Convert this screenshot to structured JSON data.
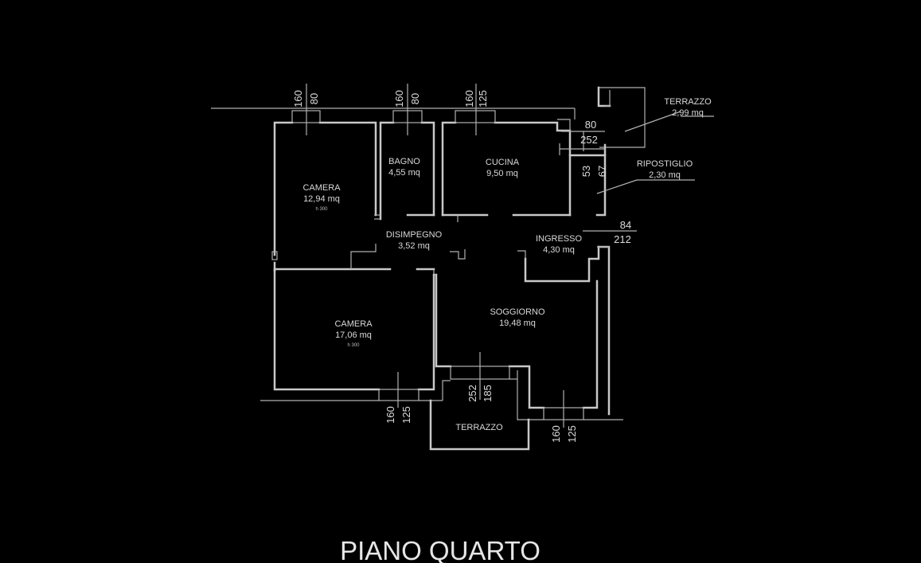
{
  "title": "PIANO QUARTO",
  "rooms": {
    "camera1": {
      "name": "CAMERA",
      "area": "12,94 mq",
      "note": "h 300"
    },
    "bagno": {
      "name": "BAGNO",
      "area": "4,55 mq"
    },
    "cucina": {
      "name": "CUCINA",
      "area": "9,50 mq"
    },
    "terrazzo_top": {
      "name": "TERRAZZO",
      "area": "2,99 mq"
    },
    "ripostiglio": {
      "name": "RIPOSTIGLIO",
      "area": "2,30 mq"
    },
    "disimpegno": {
      "name": "DISIMPEGNO",
      "area": "3,52 mq"
    },
    "ingresso": {
      "name": "INGRESSO",
      "area": "4,30 mq"
    },
    "soggiorno": {
      "name": "SOGGIORNO",
      "area": "19,48 mq"
    },
    "camera2": {
      "name": "CAMERA",
      "area": "17,06 mq",
      "note": "h 300"
    },
    "terrazzo_bottom": {
      "name": "TERRAZZO"
    }
  },
  "dims": {
    "win_camera1": {
      "a": "160",
      "b": "80"
    },
    "win_bagno": {
      "a": "160",
      "b": "80"
    },
    "win_cucina": {
      "a": "160",
      "b": "125"
    },
    "terr_80": "80",
    "terr_252": "252",
    "rip_53": "53",
    "rip_67": "67",
    "ing_84": "84",
    "ing_212": "212",
    "win_camera2": {
      "a": "160",
      "b": "125"
    },
    "door_terr": {
      "a": "252",
      "b": "185"
    },
    "win_soggiorno": {
      "a": "160",
      "b": "125"
    }
  }
}
